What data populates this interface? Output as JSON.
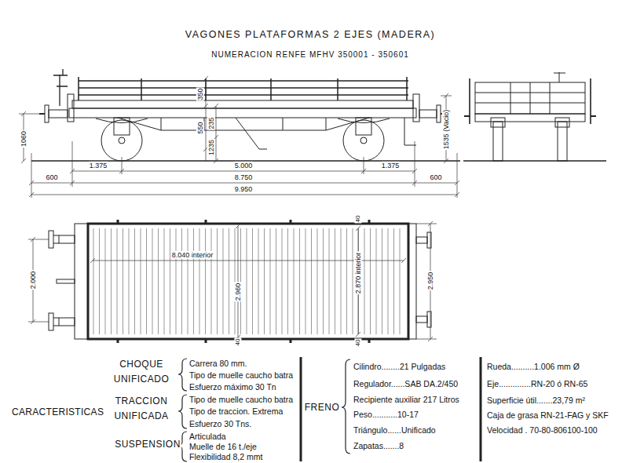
{
  "diagram": {
    "title": "VAGONES PLATAFORMAS 2 EJES (MADERA)",
    "labels": [
      "NUMERACION RENFE MFHV 350001 - 350601",
      "350",
      "550",
      "235",
      "1235",
      "1060",
      "1535 (Vacio)",
      "1.375",
      "5.000",
      "1.375",
      "600",
      "8.750",
      "600",
      "9.950",
      "2.000",
      "8.040 interior",
      "2.960",
      "2.870 interior",
      "2.950",
      "40",
      "40",
      "40",
      "CHOQUE UNIFICADO",
      "Carrera 80 mm.",
      "Tipo de muelle caucho batra",
      "Esfuerzo máximo 30 Tn",
      "CARACTERISTICAS",
      "TRACCION UNIFICADA",
      "Tipo de muelle caucho batra",
      "Tipo de traccion. Extrema",
      "Esfuerzo 30 Tns.",
      "SUSPENSION",
      "Articulada",
      "Muelle de 16 t./eje",
      "Flexibilidad 8,2 mmt",
      "FRENO",
      "Cilindro........21 Pulgadas",
      "Regulador......SAB DA.2/450",
      "Recipiente auxiliar 217 Litros",
      "Peso...........10-17",
      "Triángulo......Unificado",
      "Zapatas.......8",
      "Rueda..........1.006 mm Ø",
      "Eje..............RN-20 ó RN-65",
      "Superficie útil.......23,79 m²",
      "Caja de grasa RN-21-FAG y SKF",
      "Velocidad . 70-80-806100-100"
    ]
  }
}
